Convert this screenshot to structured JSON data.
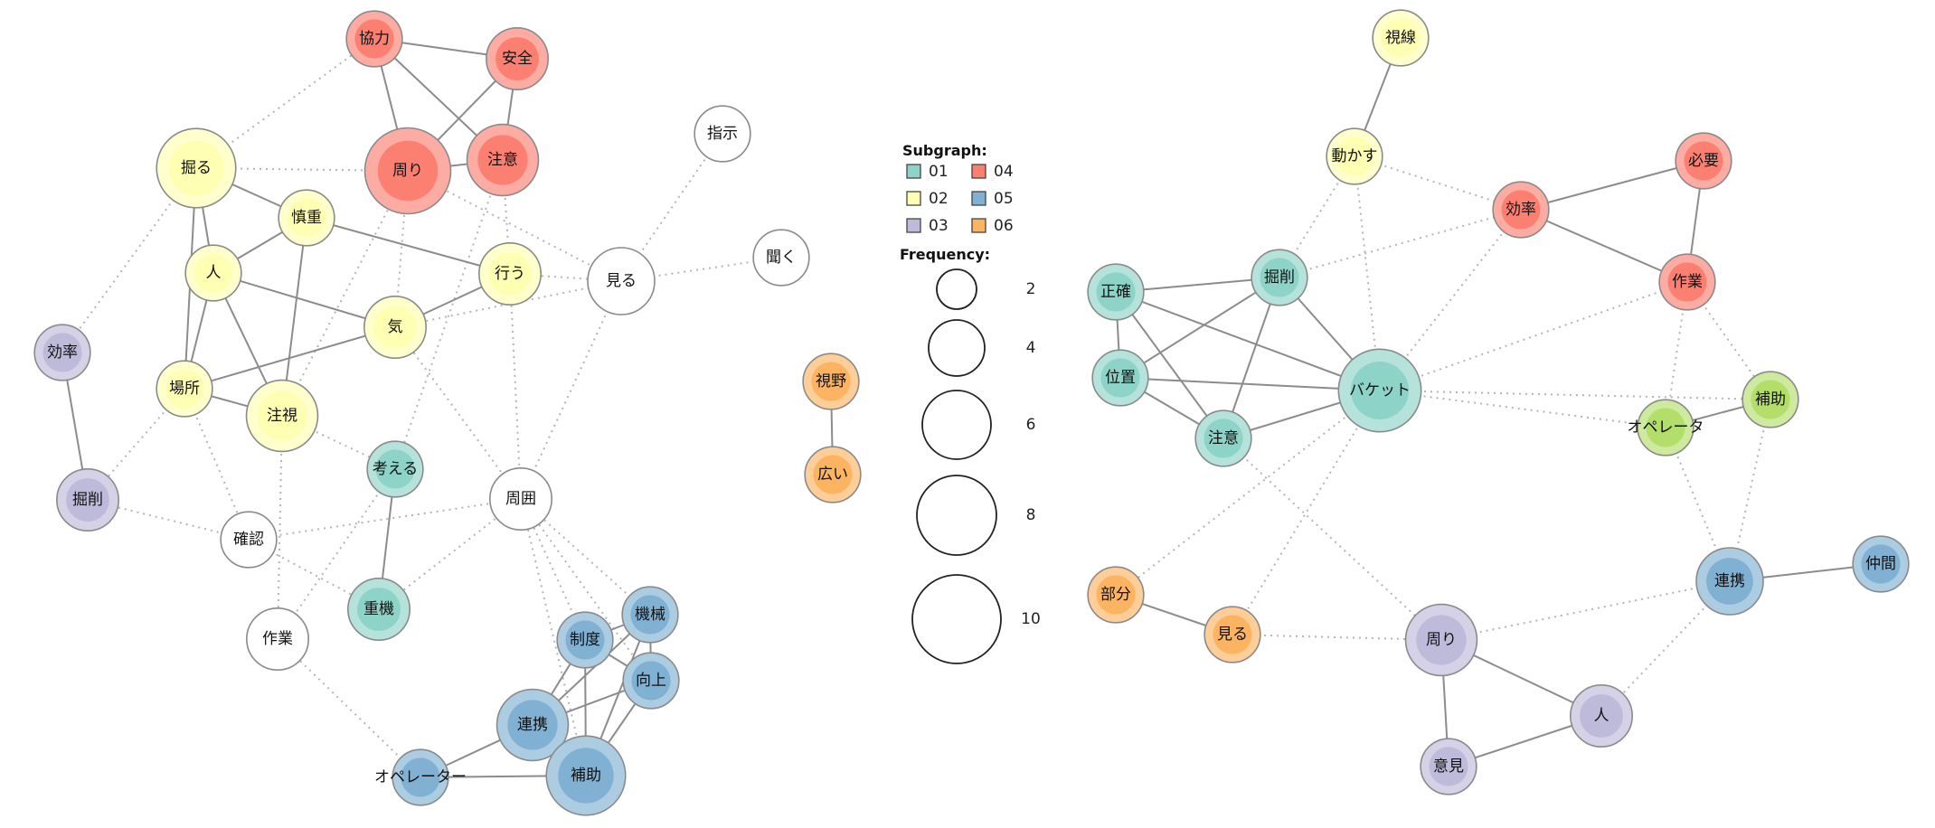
{
  "legend": {
    "subgraph_title": "Subgraph:",
    "subgraphs": [
      {
        "id": "01",
        "label": "01",
        "color": "#8dd3c7"
      },
      {
        "id": "02",
        "label": "02",
        "color": "#ffffb3"
      },
      {
        "id": "03",
        "label": "03",
        "color": "#bebada"
      },
      {
        "id": "04",
        "label": "04",
        "color": "#fb8072"
      },
      {
        "id": "05",
        "label": "05",
        "color": "#80b1d3"
      },
      {
        "id": "06",
        "label": "06",
        "color": "#fdb462"
      }
    ],
    "frequency_title": "Frequency:",
    "frequencies": [
      {
        "value": 2,
        "label": "2"
      },
      {
        "value": 4,
        "label": "4"
      },
      {
        "value": 6,
        "label": "6"
      },
      {
        "value": 8,
        "label": "8"
      },
      {
        "value": 10,
        "label": "10"
      }
    ]
  },
  "colors": {
    "01": "#8dd3c7",
    "02": "#ffffb3",
    "03": "#bebada",
    "04": "#fb8072",
    "05": "#80b1d3",
    "06": "#fdb462",
    "07": "#b3de69",
    "none": "#ffffff"
  },
  "graphs": [
    {
      "name": "network-left",
      "nodes": [
        {
          "id": "L_kyoryoku",
          "label": "協力",
          "group": "04",
          "freq": 2
        },
        {
          "id": "L_anzen",
          "label": "安全",
          "group": "04",
          "freq": 3
        },
        {
          "id": "L_mawari",
          "label": "周り",
          "group": "04",
          "freq": 9
        },
        {
          "id": "L_chui",
          "label": "注意",
          "group": "04",
          "freq": 5
        },
        {
          "id": "L_horu",
          "label": "掘る",
          "group": "02",
          "freq": 7
        },
        {
          "id": "L_shincho",
          "label": "慎重",
          "group": "02",
          "freq": 2
        },
        {
          "id": "L_hito",
          "label": "人",
          "group": "02",
          "freq": 2
        },
        {
          "id": "L_okonau",
          "label": "行う",
          "group": "02",
          "freq": 3
        },
        {
          "id": "L_ki",
          "label": "気",
          "group": "02",
          "freq": 3
        },
        {
          "id": "L_basho",
          "label": "場所",
          "group": "02",
          "freq": 2
        },
        {
          "id": "L_chushi",
          "label": "注視",
          "group": "02",
          "freq": 5
        },
        {
          "id": "L_miru",
          "label": "見る",
          "group": "none",
          "freq": 4
        },
        {
          "id": "L_shiji",
          "label": "指示",
          "group": "none",
          "freq": 2
        },
        {
          "id": "L_kiku",
          "label": "聞く",
          "group": "none",
          "freq": 2
        },
        {
          "id": "L_koritsu",
          "label": "効率",
          "group": "03",
          "freq": 2
        },
        {
          "id": "L_kussaku",
          "label": "掘削",
          "group": "03",
          "freq": 3
        },
        {
          "id": "L_kakunin",
          "label": "確認",
          "group": "none",
          "freq": 2
        },
        {
          "id": "L_kangaeru",
          "label": "考える",
          "group": "01",
          "freq": 2
        },
        {
          "id": "L_shui",
          "label": "周囲",
          "group": "none",
          "freq": 3
        },
        {
          "id": "L_juki",
          "label": "重機",
          "group": "01",
          "freq": 3
        },
        {
          "id": "L_sagyo",
          "label": "作業",
          "group": "none",
          "freq": 3
        },
        {
          "id": "L_kikai",
          "label": "機械",
          "group": "05",
          "freq": 2
        },
        {
          "id": "L_seido",
          "label": "制度",
          "group": "05",
          "freq": 2
        },
        {
          "id": "L_kojo",
          "label": "向上",
          "group": "05",
          "freq": 2
        },
        {
          "id": "L_renkei",
          "label": "連携",
          "group": "05",
          "freq": 5
        },
        {
          "id": "L_hojo",
          "label": "補助",
          "group": "05",
          "freq": 7
        },
        {
          "id": "L_operator",
          "label": "オペレーター",
          "group": "05",
          "freq": 2
        }
      ],
      "edges": [
        {
          "s": "L_kyoryoku",
          "t": "L_anzen",
          "style": "solid"
        },
        {
          "s": "L_kyoryoku",
          "t": "L_mawari",
          "style": "solid"
        },
        {
          "s": "L_kyoryoku",
          "t": "L_chui",
          "style": "solid"
        },
        {
          "s": "L_anzen",
          "t": "L_mawari",
          "style": "solid"
        },
        {
          "s": "L_anzen",
          "t": "L_chui",
          "style": "solid"
        },
        {
          "s": "L_mawari",
          "t": "L_chui",
          "style": "solid"
        },
        {
          "s": "L_horu",
          "t": "L_shincho",
          "style": "solid"
        },
        {
          "s": "L_horu",
          "t": "L_hito",
          "style": "solid"
        },
        {
          "s": "L_horu",
          "t": "L_basho",
          "style": "solid"
        },
        {
          "s": "L_shincho",
          "t": "L_hito",
          "style": "solid"
        },
        {
          "s": "L_shincho",
          "t": "L_chushi",
          "style": "solid"
        },
        {
          "s": "L_shincho",
          "t": "L_okonau",
          "style": "solid"
        },
        {
          "s": "L_hito",
          "t": "L_basho",
          "style": "solid"
        },
        {
          "s": "L_hito",
          "t": "L_chushi",
          "style": "solid"
        },
        {
          "s": "L_hito",
          "t": "L_ki",
          "style": "solid"
        },
        {
          "s": "L_ki",
          "t": "L_okonau",
          "style": "solid"
        },
        {
          "s": "L_ki",
          "t": "L_basho",
          "style": "solid"
        },
        {
          "s": "L_basho",
          "t": "L_chushi",
          "style": "solid"
        },
        {
          "s": "L_koritsu",
          "t": "L_kussaku",
          "style": "solid"
        },
        {
          "s": "L_kangaeru",
          "t": "L_juki",
          "style": "solid"
        },
        {
          "s": "L_seido",
          "t": "L_kikai",
          "style": "solid"
        },
        {
          "s": "L_seido",
          "t": "L_kojo",
          "style": "solid"
        },
        {
          "s": "L_seido",
          "t": "L_renkei",
          "style": "solid"
        },
        {
          "s": "L_seido",
          "t": "L_hojo",
          "style": "solid"
        },
        {
          "s": "L_kikai",
          "t": "L_renkei",
          "style": "solid"
        },
        {
          "s": "L_kikai",
          "t": "L_kojo",
          "style": "solid"
        },
        {
          "s": "L_kikai",
          "t": "L_hojo",
          "style": "solid"
        },
        {
          "s": "L_kojo",
          "t": "L_renkei",
          "style": "solid"
        },
        {
          "s": "L_kojo",
          "t": "L_hojo",
          "style": "solid"
        },
        {
          "s": "L_renkei",
          "t": "L_hojo",
          "style": "solid"
        },
        {
          "s": "L_renkei",
          "t": "L_operator",
          "style": "solid"
        },
        {
          "s": "L_operator",
          "t": "L_hojo",
          "style": "solid"
        },
        {
          "s": "L_horu",
          "t": "L_mawari",
          "style": "dotted"
        },
        {
          "s": "L_horu",
          "t": "L_kyoryoku",
          "style": "dotted"
        },
        {
          "s": "L_horu",
          "t": "L_koritsu",
          "style": "dotted"
        },
        {
          "s": "L_mawari",
          "t": "L_miru",
          "style": "dotted"
        },
        {
          "s": "L_mawari",
          "t": "L_ki",
          "style": "dotted"
        },
        {
          "s": "L_mawari",
          "t": "L_chushi",
          "style": "dotted"
        },
        {
          "s": "L_chui",
          "t": "L_okonau",
          "style": "dotted"
        },
        {
          "s": "L_chui",
          "t": "L_kangaeru",
          "style": "dotted"
        },
        {
          "s": "L_okonau",
          "t": "L_miru",
          "style": "dotted"
        },
        {
          "s": "L_okonau",
          "t": "L_shui",
          "style": "dotted"
        },
        {
          "s": "L_ki",
          "t": "L_miru",
          "style": "dotted"
        },
        {
          "s": "L_ki",
          "t": "L_shui",
          "style": "dotted"
        },
        {
          "s": "L_miru",
          "t": "L_shiji",
          "style": "dotted"
        },
        {
          "s": "L_miru",
          "t": "L_kiku",
          "style": "dotted"
        },
        {
          "s": "L_miru",
          "t": "L_shui",
          "style": "dotted"
        },
        {
          "s": "L_basho",
          "t": "L_kussaku",
          "style": "dotted"
        },
        {
          "s": "L_basho",
          "t": "L_kakunin",
          "style": "dotted"
        },
        {
          "s": "L_chushi",
          "t": "L_sagyo",
          "style": "dotted"
        },
        {
          "s": "L_chushi",
          "t": "L_kangaeru",
          "style": "dotted"
        },
        {
          "s": "L_kussaku",
          "t": "L_kakunin",
          "style": "dotted"
        },
        {
          "s": "L_kakunin",
          "t": "L_shui",
          "style": "dotted"
        },
        {
          "s": "L_kakunin",
          "t": "L_juki",
          "style": "dotted"
        },
        {
          "s": "L_kangaeru",
          "t": "L_sagyo",
          "style": "dotted"
        },
        {
          "s": "L_juki",
          "t": "L_shui",
          "style": "dotted"
        },
        {
          "s": "L_sagyo",
          "t": "L_operator",
          "style": "dotted"
        },
        {
          "s": "L_shui",
          "t": "L_seido",
          "style": "dotted"
        },
        {
          "s": "L_shui",
          "t": "L_kikai",
          "style": "dotted"
        },
        {
          "s": "L_shui",
          "t": "L_kojo",
          "style": "dotted"
        },
        {
          "s": "L_shui",
          "t": "L_hojo",
          "style": "dotted"
        }
      ]
    },
    {
      "name": "network-middle",
      "nodes": [
        {
          "id": "M_shiya",
          "label": "視野",
          "group": "06",
          "freq": 2
        },
        {
          "id": "M_hiroi",
          "label": "広い",
          "group": "06",
          "freq": 2
        }
      ],
      "edges": [
        {
          "s": "M_shiya",
          "t": "M_hiroi",
          "style": "solid"
        }
      ]
    },
    {
      "name": "network-right",
      "nodes": [
        {
          "id": "R_shisen",
          "label": "視線",
          "group": "02",
          "freq": 2
        },
        {
          "id": "R_ugokasu",
          "label": "動かす",
          "group": "02",
          "freq": 2
        },
        {
          "id": "R_hitsuyo",
          "label": "必要",
          "group": "04",
          "freq": 2
        },
        {
          "id": "R_koritsu",
          "label": "効率",
          "group": "04",
          "freq": 2
        },
        {
          "id": "R_sagyo",
          "label": "作業",
          "group": "04",
          "freq": 2
        },
        {
          "id": "R_seikaku",
          "label": "正確",
          "group": "01",
          "freq": 2
        },
        {
          "id": "R_kussaku",
          "label": "掘削",
          "group": "01",
          "freq": 2
        },
        {
          "id": "R_ichi",
          "label": "位置",
          "group": "01",
          "freq": 2
        },
        {
          "id": "R_chui",
          "label": "注意",
          "group": "01",
          "freq": 2
        },
        {
          "id": "R_bucket",
          "label": "バケット",
          "group": "01",
          "freq": 8
        },
        {
          "id": "R_hojo",
          "label": "補助",
          "group": "07",
          "freq": 2
        },
        {
          "id": "R_operator",
          "label": "オペレータ",
          "group": "07",
          "freq": 2
        },
        {
          "id": "R_renkei",
          "label": "連携",
          "group": "05",
          "freq": 4
        },
        {
          "id": "R_nakama",
          "label": "仲間",
          "group": "05",
          "freq": 2
        },
        {
          "id": "R_bubun",
          "label": "部分",
          "group": "06",
          "freq": 2
        },
        {
          "id": "R_miru",
          "label": "見る",
          "group": "06",
          "freq": 2
        },
        {
          "id": "R_mawari",
          "label": "周り",
          "group": "03",
          "freq": 5
        },
        {
          "id": "R_hito",
          "label": "人",
          "group": "03",
          "freq": 3
        },
        {
          "id": "R_iken",
          "label": "意見",
          "group": "03",
          "freq": 2
        }
      ],
      "edges": [
        {
          "s": "R_shisen",
          "t": "R_ugokasu",
          "style": "solid"
        },
        {
          "s": "R_hitsuyo",
          "t": "R_koritsu",
          "style": "solid"
        },
        {
          "s": "R_hitsuyo",
          "t": "R_sagyo",
          "style": "solid"
        },
        {
          "s": "R_koritsu",
          "t": "R_sagyo",
          "style": "solid"
        },
        {
          "s": "R_seikaku",
          "t": "R_kussaku",
          "style": "solid"
        },
        {
          "s": "R_seikaku",
          "t": "R_ichi",
          "style": "solid"
        },
        {
          "s": "R_seikaku",
          "t": "R_chui",
          "style": "solid"
        },
        {
          "s": "R_seikaku",
          "t": "R_bucket",
          "style": "solid"
        },
        {
          "s": "R_kussaku",
          "t": "R_ichi",
          "style": "solid"
        },
        {
          "s": "R_kussaku",
          "t": "R_chui",
          "style": "solid"
        },
        {
          "s": "R_kussaku",
          "t": "R_bucket",
          "style": "solid"
        },
        {
          "s": "R_ichi",
          "t": "R_bucket",
          "style": "solid"
        },
        {
          "s": "R_ichi",
          "t": "R_chui",
          "style": "solid"
        },
        {
          "s": "R_chui",
          "t": "R_bucket",
          "style": "solid"
        },
        {
          "s": "R_operator",
          "t": "R_hojo",
          "style": "solid"
        },
        {
          "s": "R_renkei",
          "t": "R_nakama",
          "style": "solid"
        },
        {
          "s": "R_bubun",
          "t": "R_miru",
          "style": "solid"
        },
        {
          "s": "R_mawari",
          "t": "R_hito",
          "style": "solid"
        },
        {
          "s": "R_mawari",
          "t": "R_iken",
          "style": "solid"
        },
        {
          "s": "R_hito",
          "t": "R_iken",
          "style": "solid"
        },
        {
          "s": "R_ugokasu",
          "t": "R_koritsu",
          "style": "dotted"
        },
        {
          "s": "R_ugokasu",
          "t": "R_kussaku",
          "style": "dotted"
        },
        {
          "s": "R_ugokasu",
          "t": "R_bucket",
          "style": "dotted"
        },
        {
          "s": "R_kussaku",
          "t": "R_koritsu",
          "style": "dotted"
        },
        {
          "s": "R_bucket",
          "t": "R_koritsu",
          "style": "dotted"
        },
        {
          "s": "R_bucket",
          "t": "R_sagyo",
          "style": "dotted"
        },
        {
          "s": "R_bucket",
          "t": "R_hojo",
          "style": "dotted"
        },
        {
          "s": "R_bucket",
          "t": "R_operator",
          "style": "dotted"
        },
        {
          "s": "R_bucket",
          "t": "R_bubun",
          "style": "dotted"
        },
        {
          "s": "R_bucket",
          "t": "R_miru",
          "style": "dotted"
        },
        {
          "s": "R_chui",
          "t": "R_mawari",
          "style": "dotted"
        },
        {
          "s": "R_sagyo",
          "t": "R_operator",
          "style": "dotted"
        },
        {
          "s": "R_sagyo",
          "t": "R_hojo",
          "style": "dotted"
        },
        {
          "s": "R_operator",
          "t": "R_renkei",
          "style": "dotted"
        },
        {
          "s": "R_hojo",
          "t": "R_renkei",
          "style": "dotted"
        },
        {
          "s": "R_renkei",
          "t": "R_mawari",
          "style": "dotted"
        },
        {
          "s": "R_renkei",
          "t": "R_hito",
          "style": "dotted"
        },
        {
          "s": "R_miru",
          "t": "R_mawari",
          "style": "dotted"
        }
      ]
    }
  ]
}
